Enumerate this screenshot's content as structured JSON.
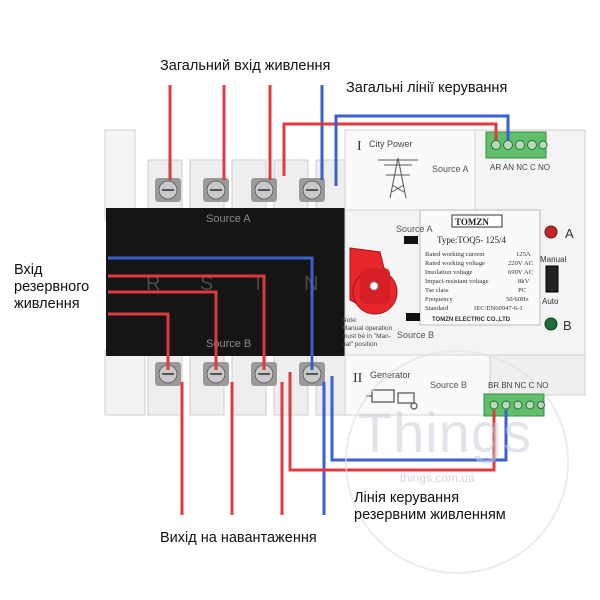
{
  "labels": {
    "main_input": "Загальний вхід живлення",
    "main_control": "Загальні лінії керування",
    "backup_input_1": "Вхід",
    "backup_input_2": "резервного",
    "backup_input_3": "живлення",
    "load_output": "Вихід на навантаження",
    "backup_control_1": "Лінія керування",
    "backup_control_2": "резервним живленням"
  },
  "device": {
    "city_power": "City Power",
    "roman_one": "I",
    "roman_two": "II",
    "generator": "Generator",
    "source_a": "Source A",
    "source_b": "Source B",
    "terminals_a": "AR AN NC C NO",
    "terminals_b": "BR BN NC C NO",
    "phases": [
      "R",
      "S",
      "T",
      "N"
    ],
    "brand": "TOMZN",
    "type_line": "Type:TOQ5- 125/4",
    "specs": [
      {
        "k": "Rated working current",
        "v": "125A"
      },
      {
        "k": "Rated working voltage",
        "v": "220V AC"
      },
      {
        "k": "Insulation voltage",
        "v": "690V AC"
      },
      {
        "k": "Impact-resistant voltage",
        "v": "8kV"
      },
      {
        "k": "Tse class",
        "v": "PC"
      },
      {
        "k": "Frequency",
        "v": "50/60Hz"
      },
      {
        "k": "Standard",
        "v": "IEC/EN60947-6-1"
      }
    ],
    "company": "TOMZN ELECTRIC CO.,LTD",
    "led_a": "A",
    "led_b": "B",
    "manual": "Manual",
    "auto": "Auto",
    "note": [
      "Note:",
      "Manual operation",
      "must be in \"Man-",
      "ual\" position"
    ]
  },
  "watermark": {
    "text": "Things",
    "sub": "things.com.ua"
  },
  "colors": {
    "red_wire": "#e0393f",
    "blue_wire": "#3a5fd0",
    "handle": "#e8262b",
    "terminal_green": "#5fbf6a",
    "black_cover": "#151515",
    "body_grey": "#f2f2f2"
  }
}
